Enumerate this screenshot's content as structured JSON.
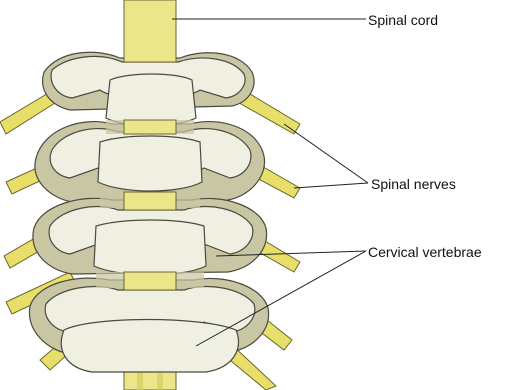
{
  "labels": {
    "spinal_cord": "Spinal cord",
    "spinal_nerves": "Spinal nerves",
    "cervical_vertebrae": "Cervical vertebrae"
  },
  "colors": {
    "background": "#ffffff",
    "bone_light": "#efefe2",
    "bone_shadow": "#c9c6a4",
    "bone_outline": "#4a4a40",
    "spinal_cord": "#ece68a",
    "nerve": "#e8df6a",
    "leader_line": "#222222"
  }
}
